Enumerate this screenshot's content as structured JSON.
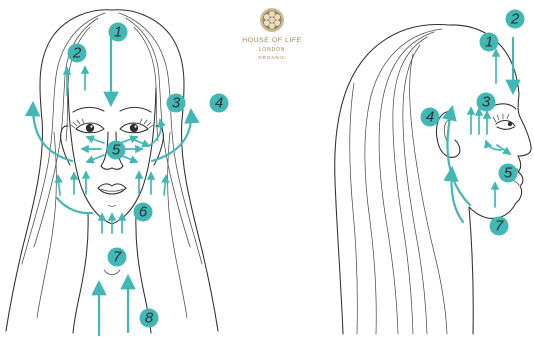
{
  "brand": {
    "name": "HOUSE OF LIFE",
    "city": "LONDON",
    "tagline": "ORGANIC"
  },
  "front_view": {
    "badges": [
      "1",
      "2",
      "3",
      "4",
      "5",
      "6",
      "7",
      "8"
    ]
  },
  "side_view": {
    "badges": [
      "1",
      "2",
      "3",
      "4",
      "5",
      "7"
    ]
  },
  "icons": {
    "logo": "house-of-life-mandala-icon",
    "front": "front-face-illustration-icon",
    "side": "side-face-illustration-icon",
    "arrow": "massage-direction-arrow-icon"
  },
  "colors": {
    "accent": "#42b8b6",
    "line": "#2f2f2f",
    "brand": "#9b8354",
    "background": "#ffffff"
  }
}
